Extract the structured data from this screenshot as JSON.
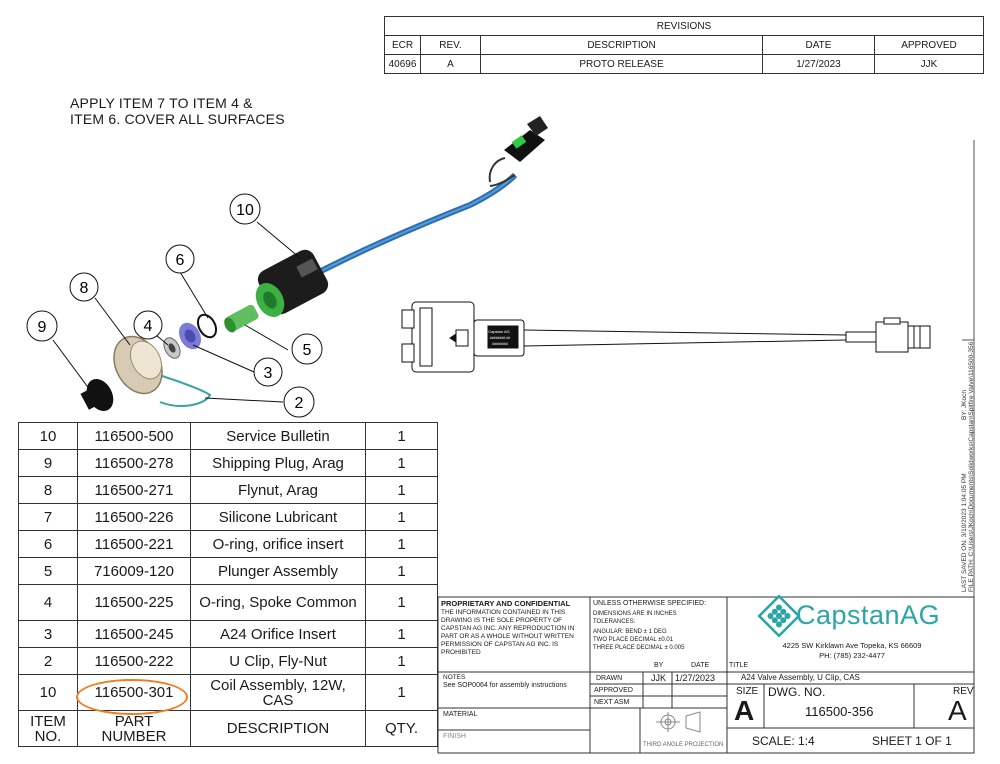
{
  "revisions": {
    "title": "REVISIONS",
    "headers": [
      "ECR",
      "REV.",
      "DESCRIPTION",
      "DATE",
      "APPROVED"
    ],
    "rows": [
      [
        "40696",
        "A",
        "PROTO RELEASE",
        "1/27/2023",
        "JJK"
      ]
    ]
  },
  "note": {
    "line1": "APPLY ITEM 7 TO ITEM 4 &",
    "line2": "ITEM 6. COVER ALL SURFACES"
  },
  "balloons": [
    "10",
    "6",
    "8",
    "9",
    "4",
    "5",
    "3",
    "2"
  ],
  "connector_label": {
    "line1": "Capstan AG",
    "line2": "######## ##",
    "line3": "########"
  },
  "bom": {
    "rows": [
      {
        "item": "10",
        "part": "116500-500",
        "desc": "Service Bulletin",
        "qty": "1"
      },
      {
        "item": "9",
        "part": "116500-278",
        "desc": "Shipping Plug, Arag",
        "qty": "1"
      },
      {
        "item": "8",
        "part": "116500-271",
        "desc": "Flynut, Arag",
        "qty": "1"
      },
      {
        "item": "7",
        "part": "116500-226",
        "desc": "Silicone Lubricant",
        "qty": "1"
      },
      {
        "item": "6",
        "part": "116500-221",
        "desc": "O-ring, orifice insert",
        "qty": "1"
      },
      {
        "item": "5",
        "part": "716009-120",
        "desc": "Plunger Assembly",
        "qty": "1"
      },
      {
        "item": "4",
        "part": "116500-225",
        "desc": "O-ring, Spoke Common",
        "qty": "1"
      },
      {
        "item": "3",
        "part": "116500-245",
        "desc": "A24 Orifice Insert",
        "qty": "1"
      },
      {
        "item": "2",
        "part": "116500-222",
        "desc": "U Clip, Fly-Nut",
        "qty": "1"
      },
      {
        "item": "10",
        "part": "116500-301",
        "desc": "Coil Assembly, 12W, CAS",
        "qty": "1"
      }
    ],
    "header": {
      "item": "ITEM NO.",
      "part": "PART NUMBER",
      "desc": "DESCRIPTION",
      "qty": "QTY."
    }
  },
  "title_block": {
    "proprietary_title": "PROPRIETARY AND CONFIDENTIAL",
    "proprietary_text": "THE INFORMATION CONTAINED IN THIS DRAWING IS THE SOLE PROPERTY OF CAPSTAN AG INC. ANY REPRODUCTION IN PART OR AS A WHOLE WITHOUT WRITTEN PERMISSION OF CAPSTAN AG INC. IS PROHIBITED",
    "unless_title": "UNLESS OTHERWISE SPECIFIED:",
    "dims": "DIMENSIONS ARE IN INCHES",
    "tolerances": "TOLERANCES:",
    "angular": "ANGULAR:  BEND ± 1 DEG",
    "two_place": "TWO PLACE DECIMAL   ±0.01",
    "three_place": "THREE PLACE DECIMAL  ± 0.005",
    "notes_label": "NOTES",
    "notes_text": "See SOP0064 for assembly instructions",
    "material_label": "MATERIAL",
    "finish_label": "FINISH",
    "by_label": "BY",
    "date_label": "DATE",
    "drawn_label": "DRAWN",
    "drawn_by": "JJK",
    "drawn_date": "1/27/2023",
    "approved_label": "APPROVED",
    "next_asm_label": "NEXT ASM",
    "projection_label": "THIRD ANGLE PROJECTION",
    "company_name": "CapstanAG",
    "address": "4225 SW Kirklawn Ave    Topeka, KS 66609",
    "phone": "PH: (785) 232-4477",
    "title_label": "TITLE",
    "title_value": "A24 Valve Assembly, U Clip, CAS",
    "size_label": "SIZE",
    "size_value": "A",
    "dwg_label": "DWG.  NO.",
    "dwg_value": "116500-356",
    "rev_label": "REV",
    "rev_value": "A",
    "scale": "SCALE: 1:4",
    "sheet": "SHEET 1 OF 1",
    "brand_color": "#2aa6a6",
    "highlight_color": "#ef7d22"
  },
  "side_info": {
    "saved": "LAST SAVED ON: 3/10/2023 1:04:05 PM",
    "by": "BY: JKoch",
    "path": "FILE PATH: C:\\Users\\JKoch\\Documents\\Solidworks\\Capstan\\Spitfire Valve\\116500-356"
  }
}
